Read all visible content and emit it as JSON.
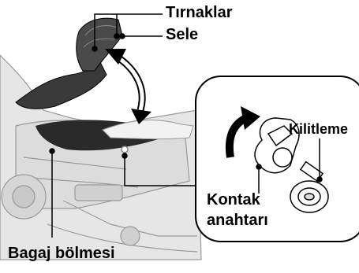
{
  "labels": {
    "tabs": "Tırnaklar",
    "seat": "Sele",
    "lock": "Kilitleme",
    "key_line1": "Kontak",
    "key_line2": "anahtarı",
    "luggage": "Bagaj bölmesi"
  },
  "colors": {
    "line": "#000000",
    "bike_fill": "#e6e6e6",
    "bike_stroke": "#9a9a9a",
    "shadow": "#2a2a2a",
    "callout_fill": "#ffffff"
  },
  "icons": {
    "rotation_arrow": "curved-arrow-icon",
    "seat_arrow": "double-arrow-icon",
    "ignition_key": "key-icon",
    "lock_cylinder": "keyhole-icon"
  }
}
